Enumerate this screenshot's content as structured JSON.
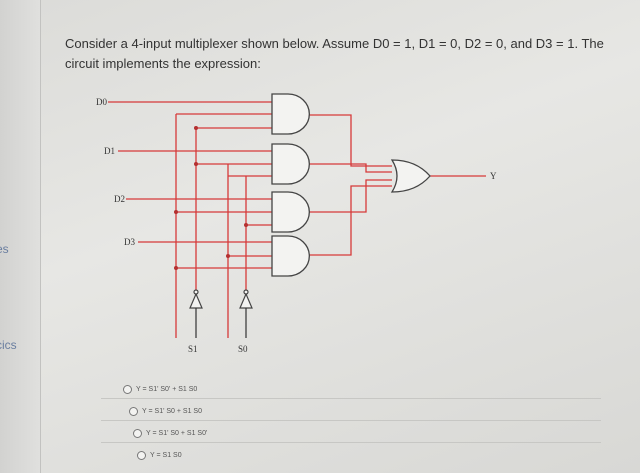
{
  "sidebar": {
    "label_1": "es",
    "label_2": "cics"
  },
  "question": {
    "text": "Consider a 4-input multiplexer shown below. Assume D0 = 1, D1 = 0, D2 = 0, and D3 = 1. The circuit implements the expression:"
  },
  "circuit": {
    "inputs": [
      "D0",
      "D1",
      "D2",
      "D3"
    ],
    "selects": [
      "S1",
      "S0"
    ],
    "output": "Y",
    "wire_color": "#d63a3a"
  },
  "options": [
    "Y = S1' S0' + S1 S0",
    "Y = S1' S0 + S1 S0",
    "Y = S1' S0 + S1 S0'",
    "Y = S1 S0"
  ]
}
